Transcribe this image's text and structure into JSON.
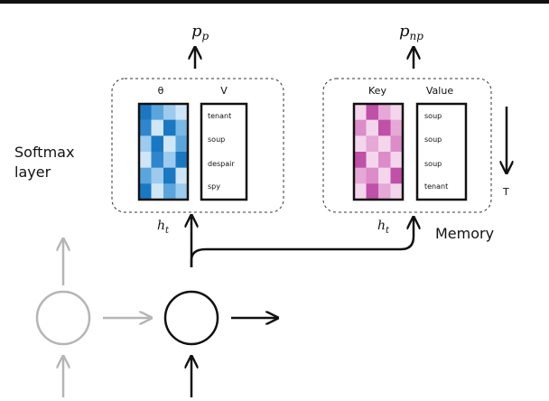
{
  "outputs": {
    "pointer": "p_p",
    "non_pointer": "p_np"
  },
  "softmax_block": {
    "label_line1": "Softmax",
    "label_line2": "layer",
    "theta_label": "θ",
    "vocab_label": "V",
    "vocab_words": [
      "tenant",
      "soup",
      "despair",
      "spy"
    ],
    "matrix_colors": [
      [
        "#1a78c2",
        "#5aa6dc",
        "#9ccbee",
        "#cfe6f7"
      ],
      [
        "#2f86cc",
        "#cfe6f7",
        "#1a78c2",
        "#7ab8e6"
      ],
      [
        "#9ccbee",
        "#1a78c2",
        "#cfe6f7",
        "#5aa6dc"
      ],
      [
        "#cfe6f7",
        "#2f86cc",
        "#9ccbee",
        "#1a78c2"
      ],
      [
        "#5aa6dc",
        "#9ccbee",
        "#1a78c2",
        "#cfe6f7"
      ],
      [
        "#1a78c2",
        "#cfe6f7",
        "#5aa6dc",
        "#9ccbee"
      ]
    ]
  },
  "memory_block": {
    "label": "Memory",
    "key_label": "Key",
    "value_label": "Value",
    "value_words": [
      "soup",
      "soup",
      "soup",
      "tenant"
    ],
    "time_label": "T",
    "matrix_colors": [
      [
        "#f3d6ec",
        "#c050a8",
        "#e6a8d6",
        "#f3d6ec"
      ],
      [
        "#dc8cc8",
        "#f3d6ec",
        "#c050a8",
        "#e6a8d6"
      ],
      [
        "#f3d6ec",
        "#e6a8d6",
        "#f3d6ec",
        "#dc8cc8"
      ],
      [
        "#c050a8",
        "#f3d6ec",
        "#dc8cc8",
        "#f3d6ec"
      ],
      [
        "#e6a8d6",
        "#dc8cc8",
        "#f3d6ec",
        "#c050a8"
      ],
      [
        "#f3d6ec",
        "#c050a8",
        "#e6a8d6",
        "#f3d6ec"
      ]
    ]
  },
  "hidden_state": {
    "label": "h_t"
  },
  "colors": {
    "blue_accent": "#1a78c2",
    "pink_accent": "#c050a8",
    "inactive": "#b5b5b5",
    "ink": "#111111"
  }
}
